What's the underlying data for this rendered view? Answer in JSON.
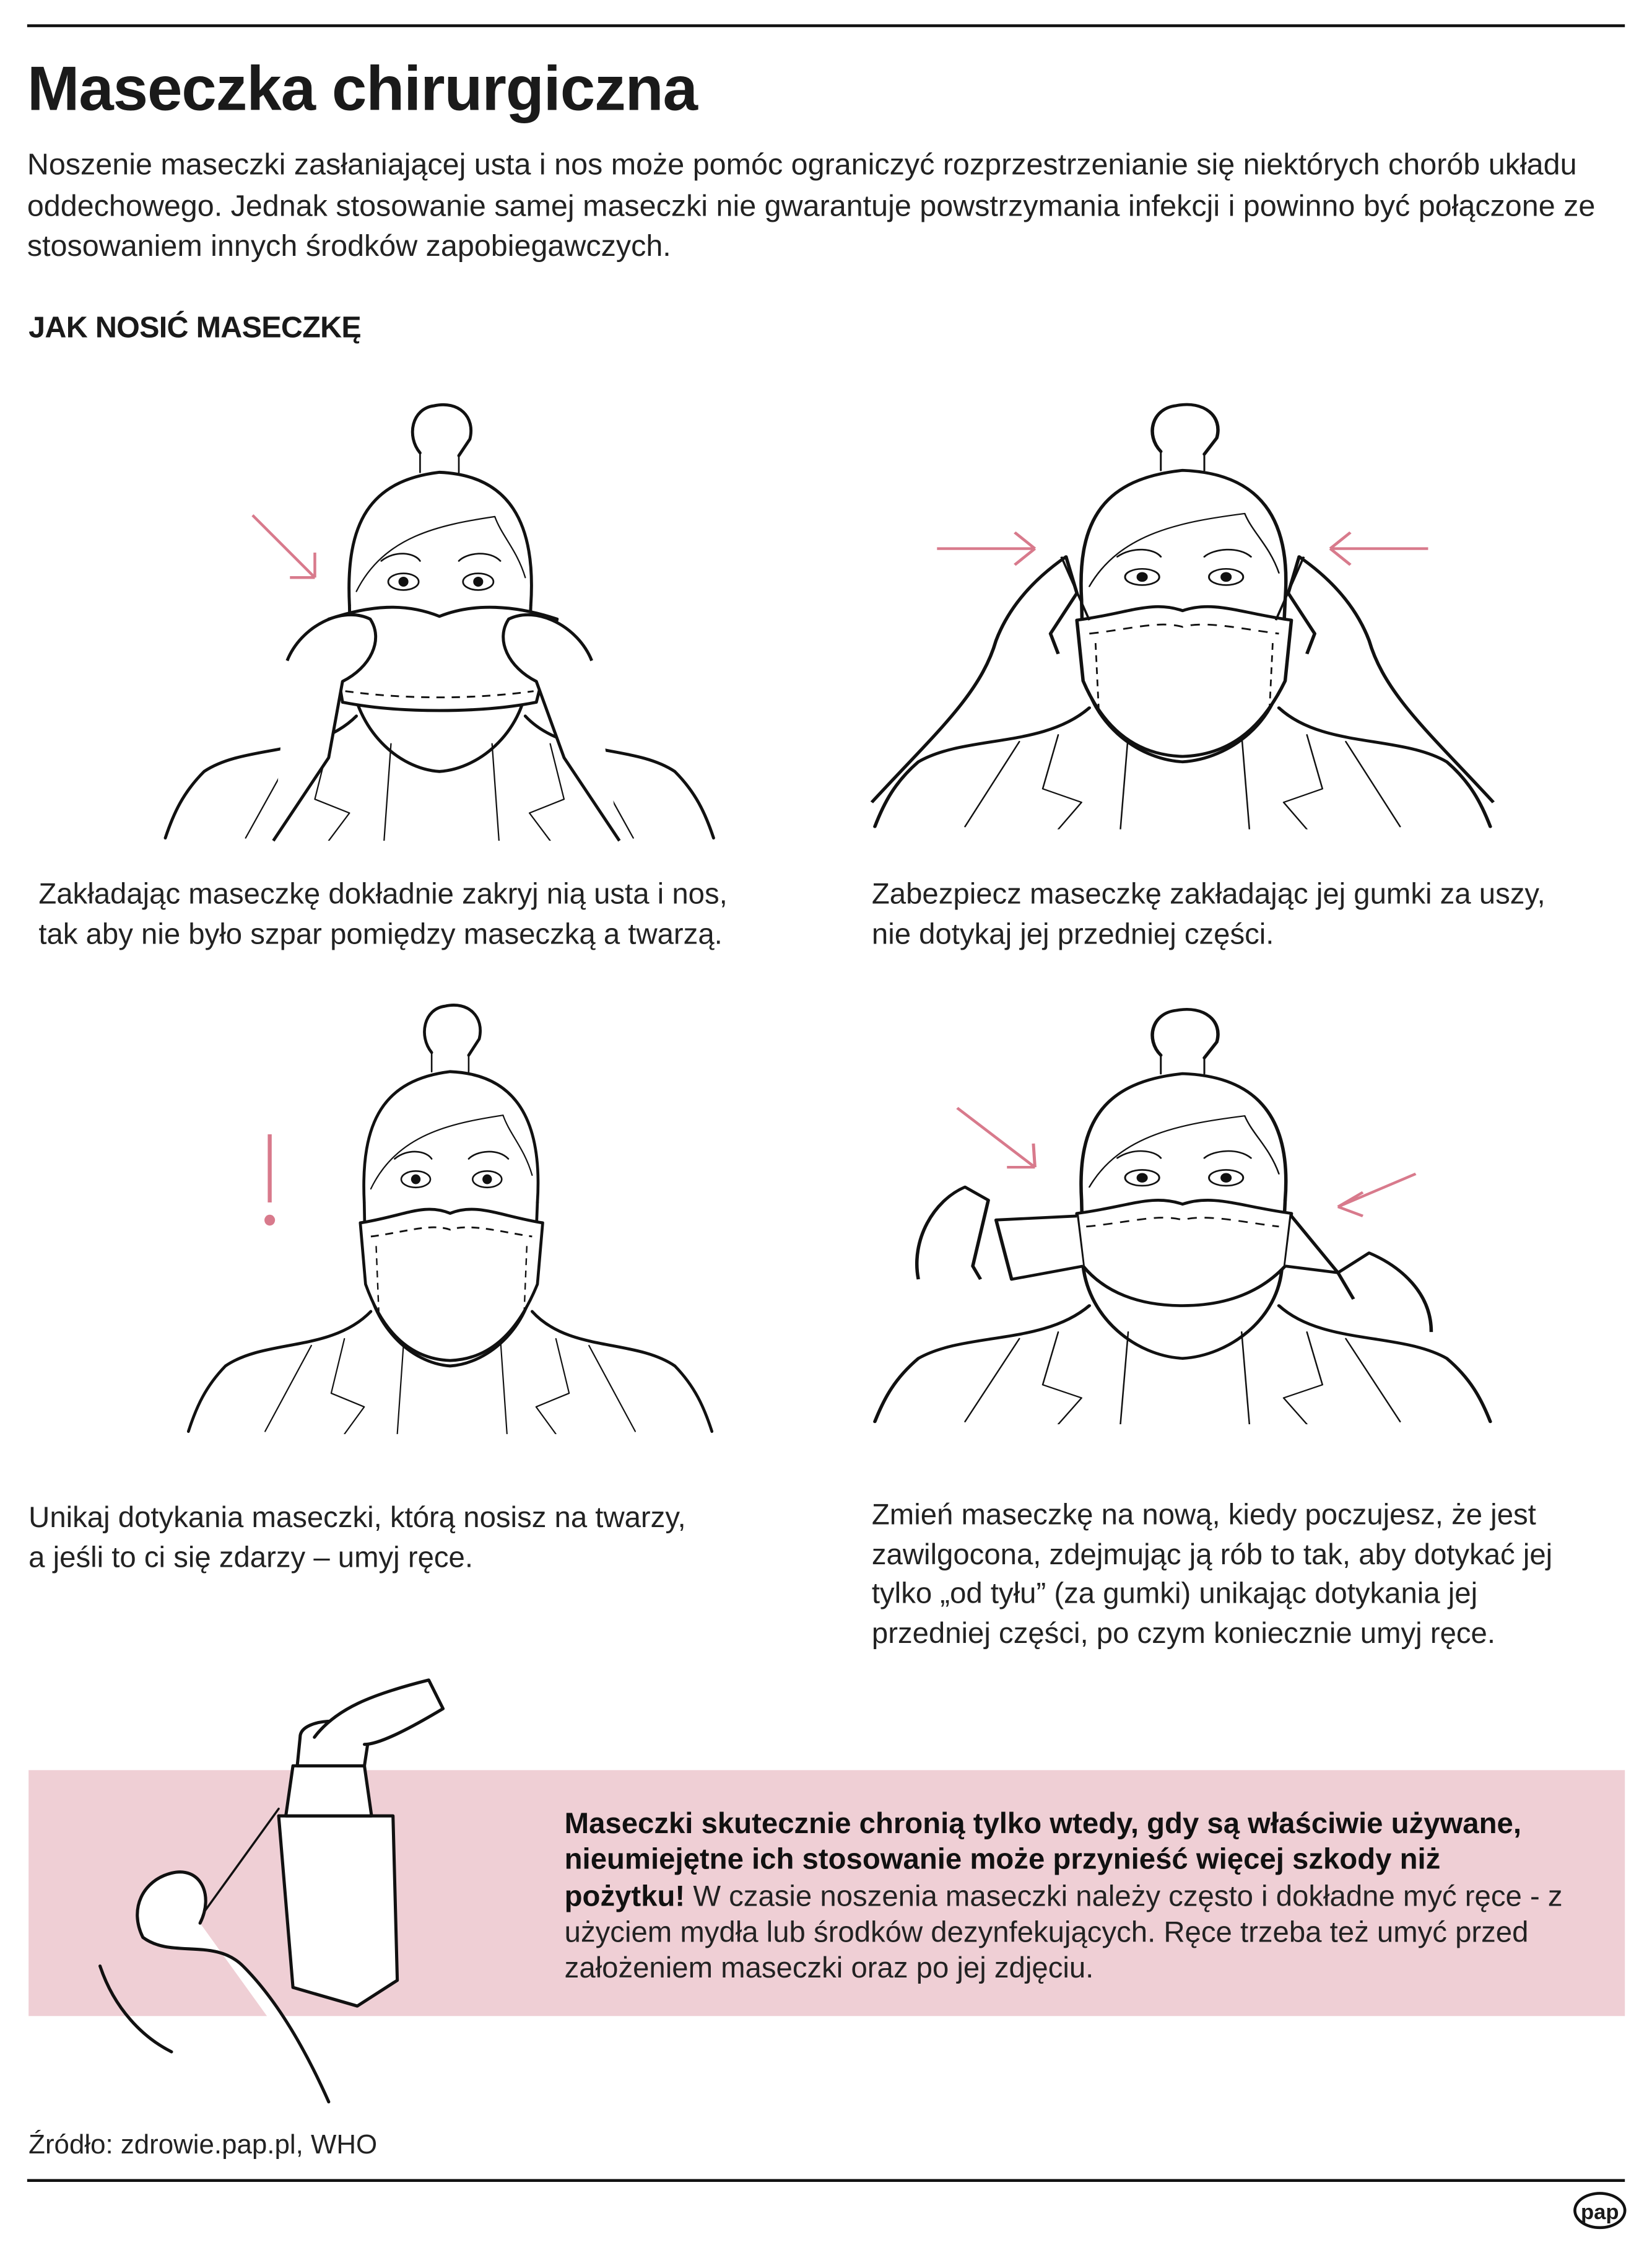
{
  "title": "Maseczka chirurgiczna",
  "intro": "Noszenie maseczki zasłaniającej usta i nos może pomóc ograniczyć rozprzestrzenianie się niektórych chorób układu oddechowego. Jednak stosowanie samej maseczki nie gwarantuje powstrzymania infekcji i powinno być połączone ze stosowaniem innych środków zapobiegawczych.",
  "section_heading": "JAK NOSIĆ MASECZKĘ",
  "steps": [
    {
      "caption_lines": [
        "Zakładając maseczkę dokładnie zakryj nią usta i nos,",
        "tak aby nie było szpar pomiędzy maseczką a twarzą."
      ]
    },
    {
      "caption_lines": [
        "Zabezpiecz maseczkę zakładając jej gumki za uszy,",
        "nie dotykaj jej przedniej części."
      ]
    },
    {
      "caption_lines": [
        "Unikaj dotykania maseczki, którą nosisz na twarzy,",
        "a jeśli to ci się zdarzy – umyj ręce."
      ]
    },
    {
      "caption_lines": [
        "Zmień maseczkę na nową, kiedy poczujesz, że jest",
        "zawilgocona, zdejmując ją rób to tak, aby dotykać jej",
        "tylko „od tyłu” (za gumki) unikając dotykania jej",
        "przedniej części, po czym koniecznie umyj ręce."
      ]
    }
  ],
  "tip": {
    "bold": "Maseczki skutecznie chronią tylko wtedy, gdy są właściwie używane, nieumiejętne ich stosowanie może przynieść więcej szkody niż pożytku!",
    "regular": " W czasie noszenia maseczki należy często i dokładne myć ręce - z użyciem mydła lub środków dezynfekujących. Ręce trzeba też umyć przed założeniem maseczki oraz po jej zdjęciu."
  },
  "source": "Źródło: zdrowie.pap.pl, WHO",
  "logo": "pap",
  "colors": {
    "accent": "#d87a8c",
    "tip_background": "#efcfd5",
    "ink": "#111111"
  }
}
